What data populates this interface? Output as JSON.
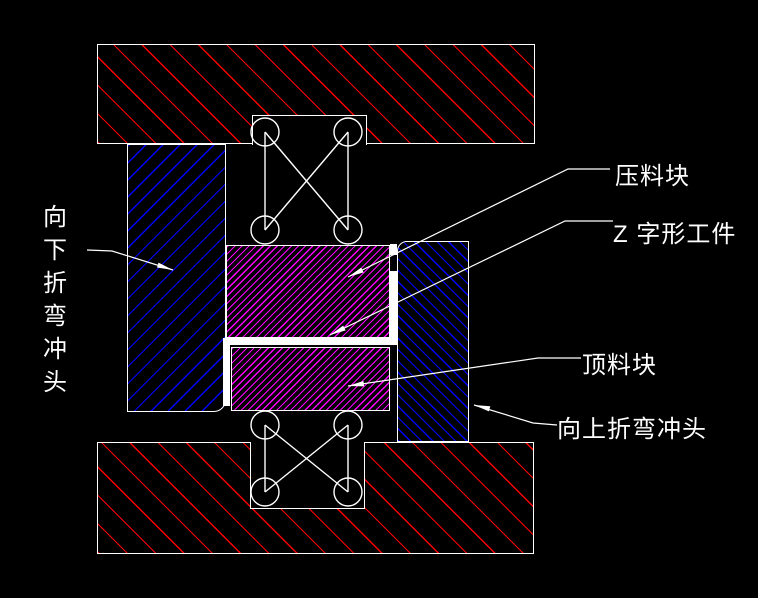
{
  "diagram": {
    "labels": {
      "press_block": "压料块",
      "workpiece": "Z 字形工件",
      "ejector_block": "顶料块",
      "upward_punch": "向上折弯冲头",
      "downward_punch": "向下折弯冲头"
    },
    "colors": {
      "background": "#000000",
      "outline": "#ffffff",
      "plate_hatch": "#ff0000",
      "punch_hatch": "#0000ff",
      "pad_hatch": "#ff00ff",
      "workpiece": "#ffffff",
      "label_text": "#ffffff"
    }
  }
}
